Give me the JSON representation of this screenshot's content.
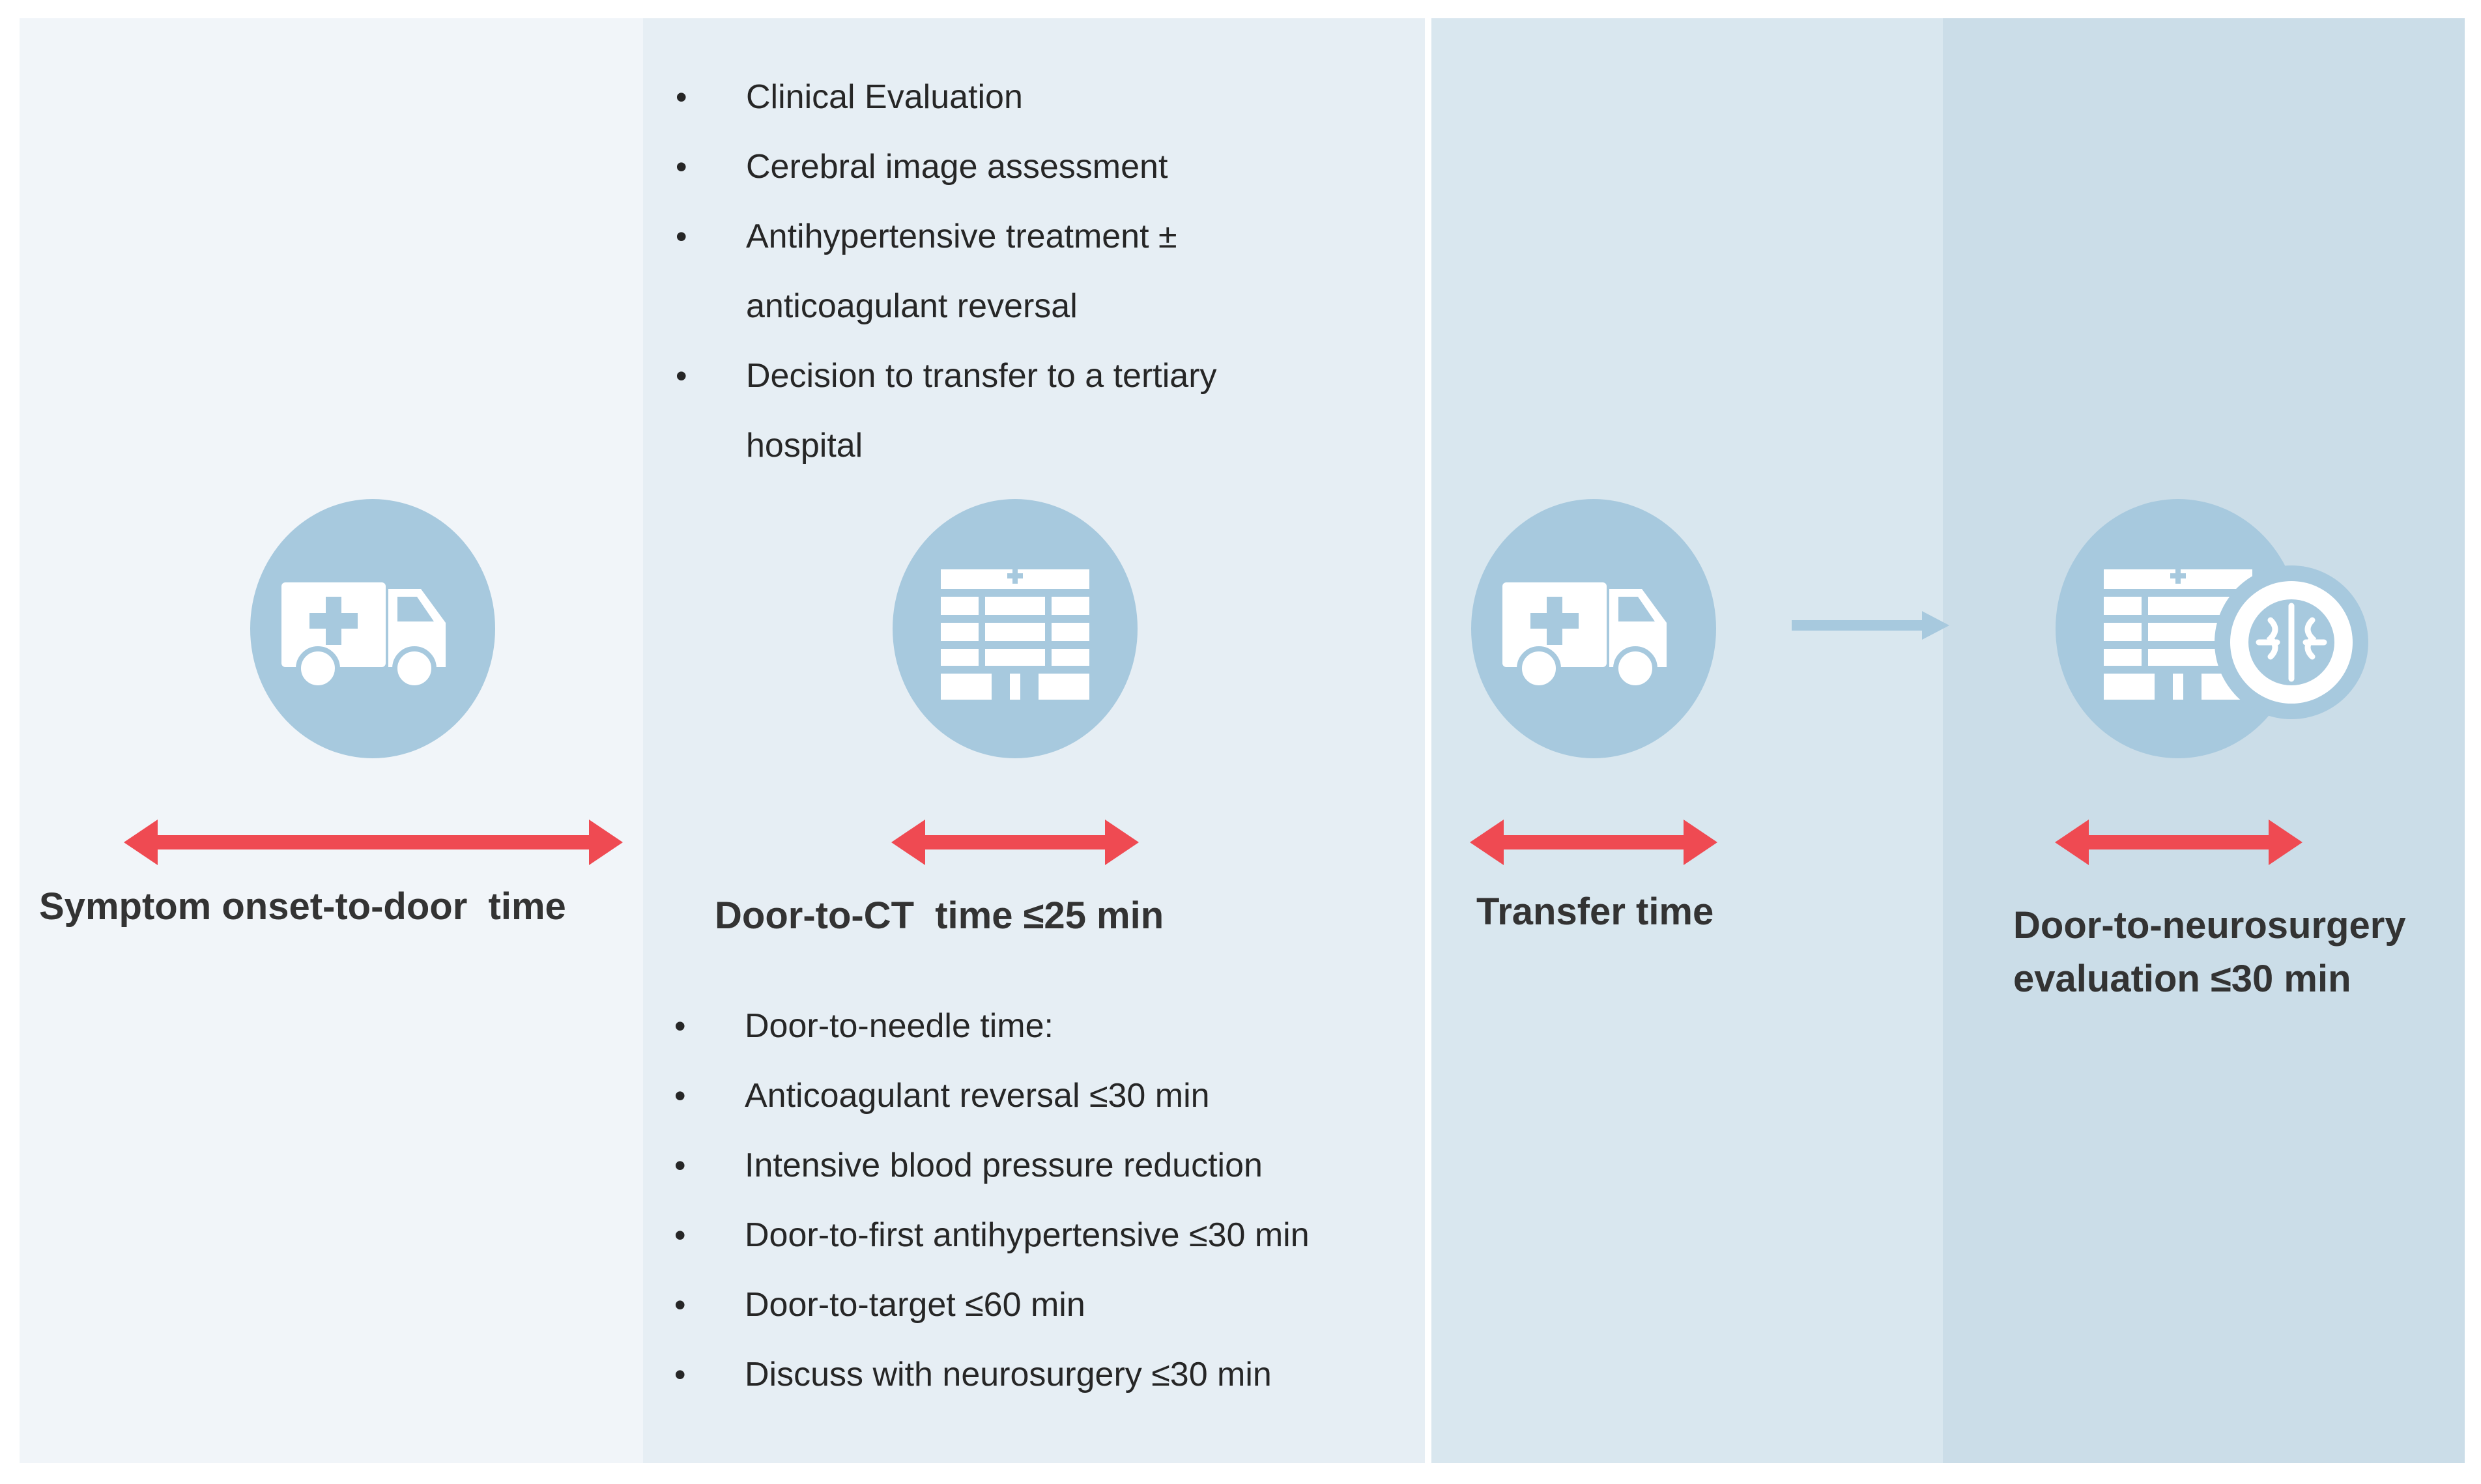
{
  "colors": {
    "panel_1": "#f1f5f9",
    "panel_2": "#e6eef4",
    "panel_3": "#d9e7ef",
    "panel_4": "#cbdde8",
    "icon_circle": "#a7c9de",
    "timeline_arrow": "#ef4a52",
    "connector_arrow": "#a7c9de"
  },
  "icons": [
    "ambulance-icon",
    "hospital-icon",
    "ambulance-icon",
    "hospital-brain-icon",
    "arrow-right-icon"
  ],
  "top_list": [
    "Clinical Evaluation",
    "Cerebral image assessment",
    "Antihypertensive treatment ±",
    "anticoagulant reversal",
    "Decision to transfer to a tertiary",
    "hospital"
  ],
  "bottom_list": [
    "Door-to-needle time:",
    "Anticoagulant reversal ≤30 min",
    "Intensive blood pressure reduction",
    "Door-to-first antihypertensive ≤30 min",
    "Door-to-target ≤60 min",
    "Discuss with neurosurgery ≤30 min"
  ],
  "stages": [
    {
      "label": "Symptom onset-to-door  time"
    },
    {
      "label": "Door-to-CT  time ≤25 min"
    },
    {
      "label": "Transfer time"
    },
    {
      "label": "Door-to-neurosurgery evaluation ≤30 min"
    }
  ]
}
